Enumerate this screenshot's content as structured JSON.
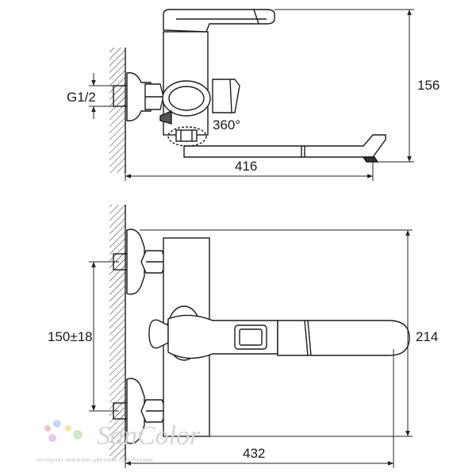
{
  "labels": {
    "thread": "G1/2",
    "rotation": "360°",
    "height_top": "156",
    "spout_length": "416",
    "centers": "150±18",
    "height_front": "214",
    "total_length": "432"
  },
  "watermark": {
    "brand": "SanColor",
    "tagline": "интернет-магазин цветной сантехники",
    "dot_colors": [
      "#f4c2c2",
      "#c9d8f4",
      "#f7e2a8",
      "#cde9c6",
      "#e7c8ef"
    ]
  }
}
